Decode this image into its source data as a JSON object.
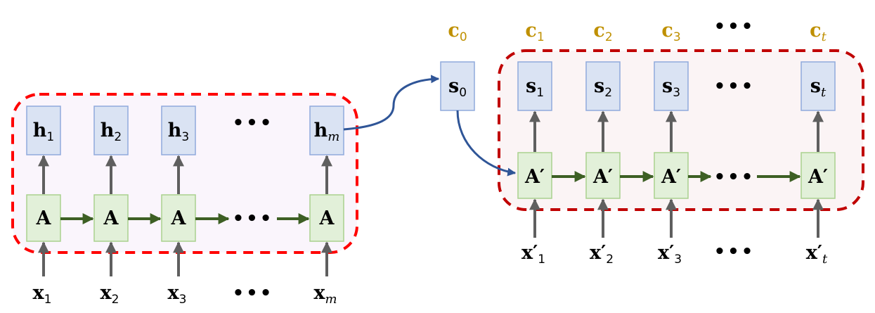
{
  "colors": {
    "encoder_frame": "#ff0000",
    "decoder_frame": "#c00000",
    "encoder_fill": "#faf5fc",
    "decoder_fill": "#fbf4f5",
    "state_box_fill": "#dae3f3",
    "state_box_stroke": "#8faadc",
    "cell_box_fill": "#e2f0d9",
    "cell_box_stroke": "#a9d18e",
    "recurrent_arrow": "#3d5f24",
    "io_arrow": "#5f5f5f",
    "link_arrow": "#2f5597",
    "context_text": "#bf9000"
  },
  "encoder": {
    "cell_label": "A",
    "states": [
      {
        "base": "h",
        "sub": "1",
        "italic": false
      },
      {
        "base": "h",
        "sub": "2",
        "italic": false
      },
      {
        "base": "h",
        "sub": "3",
        "italic": false
      },
      {
        "base": "h",
        "sub": "m",
        "italic": true
      }
    ],
    "inputs": [
      {
        "base": "x",
        "sub": "1",
        "italic": false
      },
      {
        "base": "x",
        "sub": "2",
        "italic": false
      },
      {
        "base": "x",
        "sub": "3",
        "italic": false
      },
      {
        "base": "x",
        "sub": "m",
        "italic": true
      }
    ],
    "ellipsis": "•••"
  },
  "decoder": {
    "initial_state": {
      "base": "s",
      "sub": "0",
      "italic": false
    },
    "cell_label": "A′",
    "states": [
      {
        "base": "s",
        "sub": "1",
        "italic": false
      },
      {
        "base": "s",
        "sub": "2",
        "italic": false
      },
      {
        "base": "s",
        "sub": "3",
        "italic": false
      },
      {
        "base": "s",
        "sub": "t",
        "italic": true
      }
    ],
    "inputs": [
      {
        "base": "x′",
        "sub": "1",
        "italic": false
      },
      {
        "base": "x′",
        "sub": "2",
        "italic": false
      },
      {
        "base": "x′",
        "sub": "3",
        "italic": false
      },
      {
        "base": "x′",
        "sub": "t",
        "italic": true
      }
    ],
    "contexts": [
      {
        "base": "c",
        "sub": "0",
        "italic": false
      },
      {
        "base": "c",
        "sub": "1",
        "italic": false
      },
      {
        "base": "c",
        "sub": "2",
        "italic": false
      },
      {
        "base": "c",
        "sub": "3",
        "italic": false
      },
      {
        "base": "c",
        "sub": "t",
        "italic": true
      }
    ],
    "ellipsis": "•••"
  }
}
